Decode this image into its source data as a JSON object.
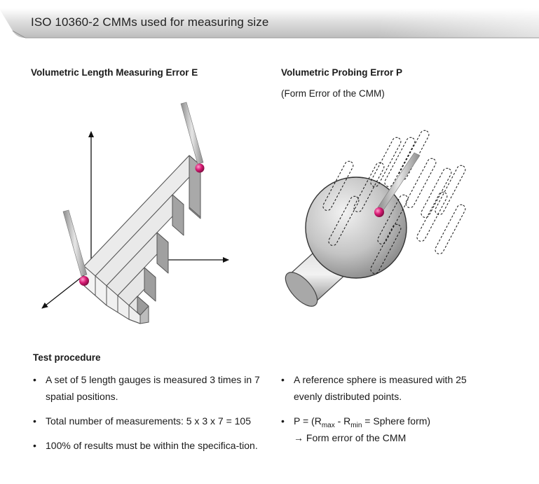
{
  "header": {
    "title": "ISO 10360-2   CMMs used for measuring size"
  },
  "left_section": {
    "title": "Volumetric Length Measuring Error E"
  },
  "right_section": {
    "title": "Volumetric Probing Error P",
    "subtitle": "(Form Error of the CMM)"
  },
  "test_procedure": {
    "title": "Test procedure",
    "left_bullets": [
      "A set of 5 length gauges is measured 3 times in 7 spatial positions.",
      "Total number of measurements: 5 x 3 x 7 = 105",
      "100% of results must be within the specifica-tion."
    ],
    "right_bullets": {
      "b1": "A reference sphere is measured with 25 evenly distributed points.",
      "b2_prefix": "P = (R",
      "b2_sub1": "max",
      "b2_mid": " - R",
      "b2_sub2": "min",
      "b2_suffix": " = Sphere form)",
      "b2_line2": "→ Form error of the CMM"
    }
  },
  "colors": {
    "probe_tip": "#d81b74",
    "gauge_face": "#e4e4e4",
    "gauge_shadow": "#9a9a9a",
    "sphere": "#bdbdbd"
  }
}
